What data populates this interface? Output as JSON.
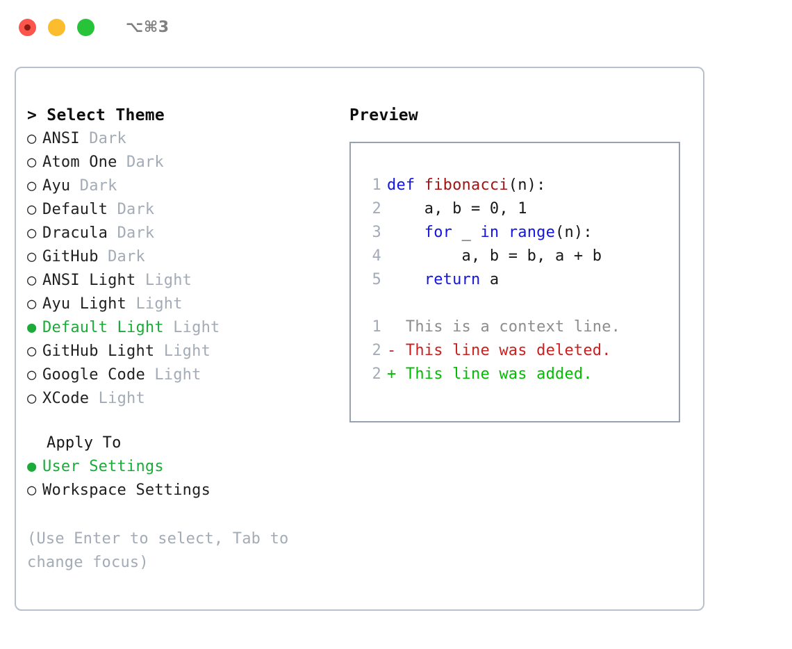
{
  "window": {
    "traffic_lights": [
      "close-dot",
      "minimize-dot",
      "maximize-dot"
    ],
    "shortcut": "⌥⌘3",
    "colors": {
      "close": "#fa564c",
      "minimize": "#fbbc2e",
      "maximize": "#27c43a",
      "accent_green": "#1bab38",
      "muted": "#a3abb7",
      "border": "#b8c0cd",
      "preview_border": "#97a1b0"
    }
  },
  "theme_panel": {
    "title": "> Select Theme",
    "items": [
      {
        "marker": "○",
        "label": "ANSI",
        "suffix": "Dark",
        "selected": false
      },
      {
        "marker": "○",
        "label": "Atom One",
        "suffix": "Dark",
        "selected": false
      },
      {
        "marker": "○",
        "label": "Ayu",
        "suffix": "Dark",
        "selected": false
      },
      {
        "marker": "○",
        "label": "Default",
        "suffix": "Dark",
        "selected": false
      },
      {
        "marker": "○",
        "label": "Dracula",
        "suffix": "Dark",
        "selected": false
      },
      {
        "marker": "○",
        "label": "GitHub",
        "suffix": "Dark",
        "selected": false
      },
      {
        "marker": "○",
        "label": "ANSI Light",
        "suffix": "Light",
        "selected": false
      },
      {
        "marker": "○",
        "label": "Ayu Light",
        "suffix": "Light",
        "selected": false
      },
      {
        "marker": "●",
        "label": "Default Light",
        "suffix": "Light",
        "selected": true
      },
      {
        "marker": "○",
        "label": "GitHub Light",
        "suffix": "Light",
        "selected": false
      },
      {
        "marker": "○",
        "label": "Google Code",
        "suffix": "Light",
        "selected": false
      },
      {
        "marker": "○",
        "label": "XCode",
        "suffix": "Light",
        "selected": false
      }
    ]
  },
  "apply_to": {
    "title": "Apply To",
    "items": [
      {
        "marker": "●",
        "label": "User Settings",
        "selected": true
      },
      {
        "marker": "○",
        "label": "Workspace Settings",
        "selected": false
      }
    ]
  },
  "hint": "(Use Enter to select, Tab to change focus)",
  "preview": {
    "title": "Preview",
    "code_lines": [
      {
        "num": "1",
        "tokens": [
          {
            "t": "def ",
            "c": "kw"
          },
          {
            "t": "fibonacci",
            "c": "fn"
          },
          {
            "t": "(n):",
            "c": "pl"
          }
        ]
      },
      {
        "num": "2",
        "tokens": [
          {
            "t": "    a, b = 0, 1",
            "c": "pl"
          }
        ]
      },
      {
        "num": "3",
        "tokens": [
          {
            "t": "    ",
            "c": "pl"
          },
          {
            "t": "for",
            "c": "kw"
          },
          {
            "t": " _ ",
            "c": "pl"
          },
          {
            "t": "in",
            "c": "kw"
          },
          {
            "t": " ",
            "c": "pl"
          },
          {
            "t": "range",
            "c": "kw"
          },
          {
            "t": "(n):",
            "c": "pl"
          }
        ]
      },
      {
        "num": "4",
        "tokens": [
          {
            "t": "        a, b = b, a + b",
            "c": "pl"
          }
        ]
      },
      {
        "num": "5",
        "tokens": [
          {
            "t": "    ",
            "c": "pl"
          },
          {
            "t": "return",
            "c": "kw"
          },
          {
            "t": " a",
            "c": "pl"
          }
        ]
      }
    ],
    "diff_lines": [
      {
        "num": "1",
        "text": "  This is a context line.",
        "cls": "ctx"
      },
      {
        "num": "2",
        "text": "- This line was deleted.",
        "cls": "del"
      },
      {
        "num": "2",
        "text": "+ This line was added.",
        "cls": "add"
      }
    ]
  }
}
